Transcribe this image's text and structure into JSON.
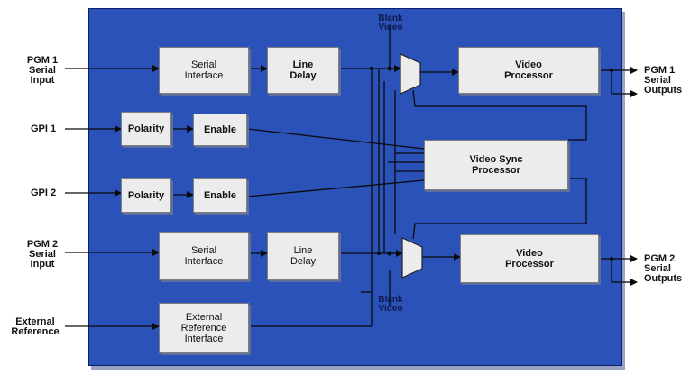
{
  "inputs": {
    "pgm1": "PGM 1\nSerial\nInput",
    "gpi1": "GPI 1",
    "gpi2": "GPI 2",
    "pgm2": "PGM 2\nSerial\nInput",
    "extref": "External\nReference"
  },
  "outputs": {
    "pgm1": "PGM 1\nSerial\nOutputs",
    "pgm2": "PGM 2\nSerial\nOutputs"
  },
  "blocks": {
    "serial_interface_1": "Serial\nInterface",
    "line_delay_1": "Line\nDelay",
    "video_processor_1": "Video\nProcessor",
    "polarity_1": "Polarity",
    "enable_1": "Enable",
    "video_sync_processor": "Video Sync\nProcessor",
    "polarity_2": "Polarity",
    "enable_2": "Enable",
    "serial_interface_2": "Serial\nInterface",
    "line_delay_2": "Line\nDelay",
    "video_processor_2": "Video\nProcessor",
    "ext_ref_interface": "External\nReference\nInterface"
  },
  "labels": {
    "blank_video_top": "Blank\nVideo",
    "blank_video_bottom": "Blank\nVideo"
  },
  "colors": {
    "board": "#2a52b8",
    "block": "#ececec",
    "wire": "#0a0a0a"
  }
}
